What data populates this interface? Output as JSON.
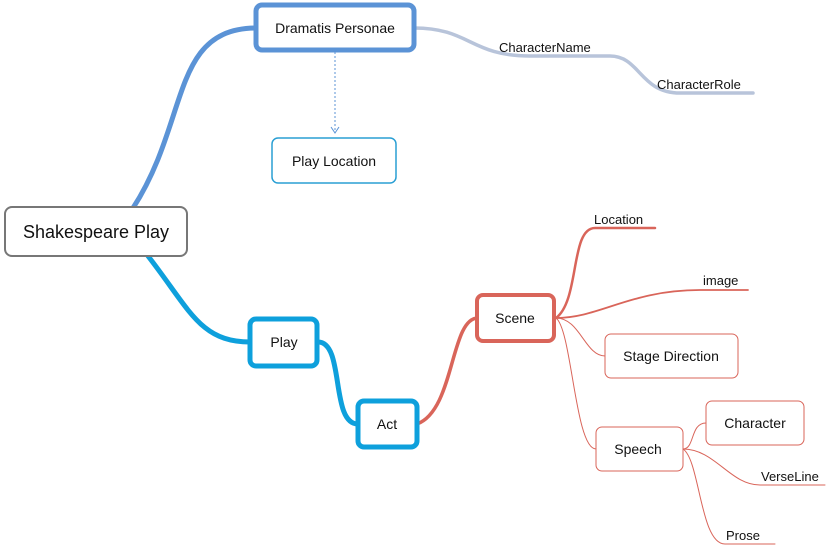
{
  "diagram": {
    "root": {
      "label": "Shakespeare Play"
    },
    "dramatis_personae": {
      "label": "Dramatis Personae",
      "children": [
        "CharacterName",
        "CharacterRole"
      ],
      "linked_node": "Play Location"
    },
    "play": {
      "label": "Play",
      "act": {
        "label": "Act",
        "scene": {
          "label": "Scene",
          "children": {
            "location": "Location",
            "image": "image",
            "stage_direction": "Stage Direction",
            "speech": {
              "label": "Speech",
              "children": [
                "Character",
                "VerseLine",
                "Prose"
              ]
            }
          }
        }
      }
    },
    "colors": {
      "root_border": "#777777",
      "upper_branch": "#5b93d6",
      "upper_leaf_line": "#b8c4da",
      "play_location": "#2a9fd4",
      "play_branch": "#0ea0dc",
      "scene_branch": "#d9655a"
    }
  }
}
